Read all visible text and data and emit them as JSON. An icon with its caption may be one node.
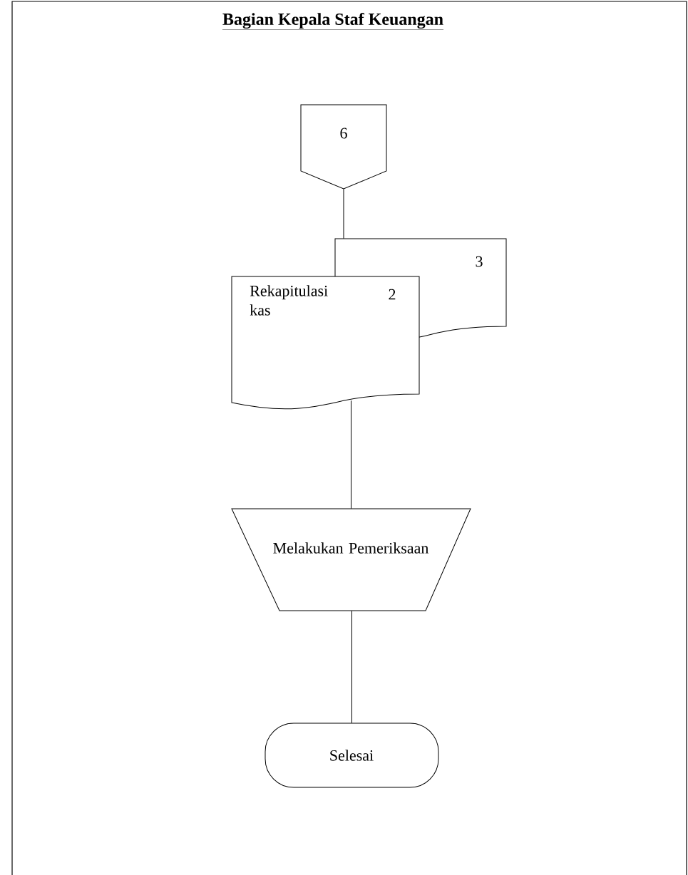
{
  "diagram": {
    "title": "Bagian Kepala Staf Keuangan",
    "nodes": [
      {
        "text": [
          "6"
        ]
      },
      {
        "text": [
          "3"
        ]
      },
      {
        "text": [
          "Rekapitulasi kas"
        ]
      },
      {
        "text": [
          "Melakukan Pemeriksaan"
        ]
      },
      {
        "text": [
          "Selesai"
        ]
      }
    ],
    "edges": [
      {
        "from": 0,
        "to": 1,
        "arrow": "none"
      },
      {
        "from": 2,
        "to": 3,
        "arrow": "none"
      },
      {
        "from": 3,
        "to": 4,
        "arrow": "none"
      }
    ],
    "labels": [
      "2"
    ]
  }
}
